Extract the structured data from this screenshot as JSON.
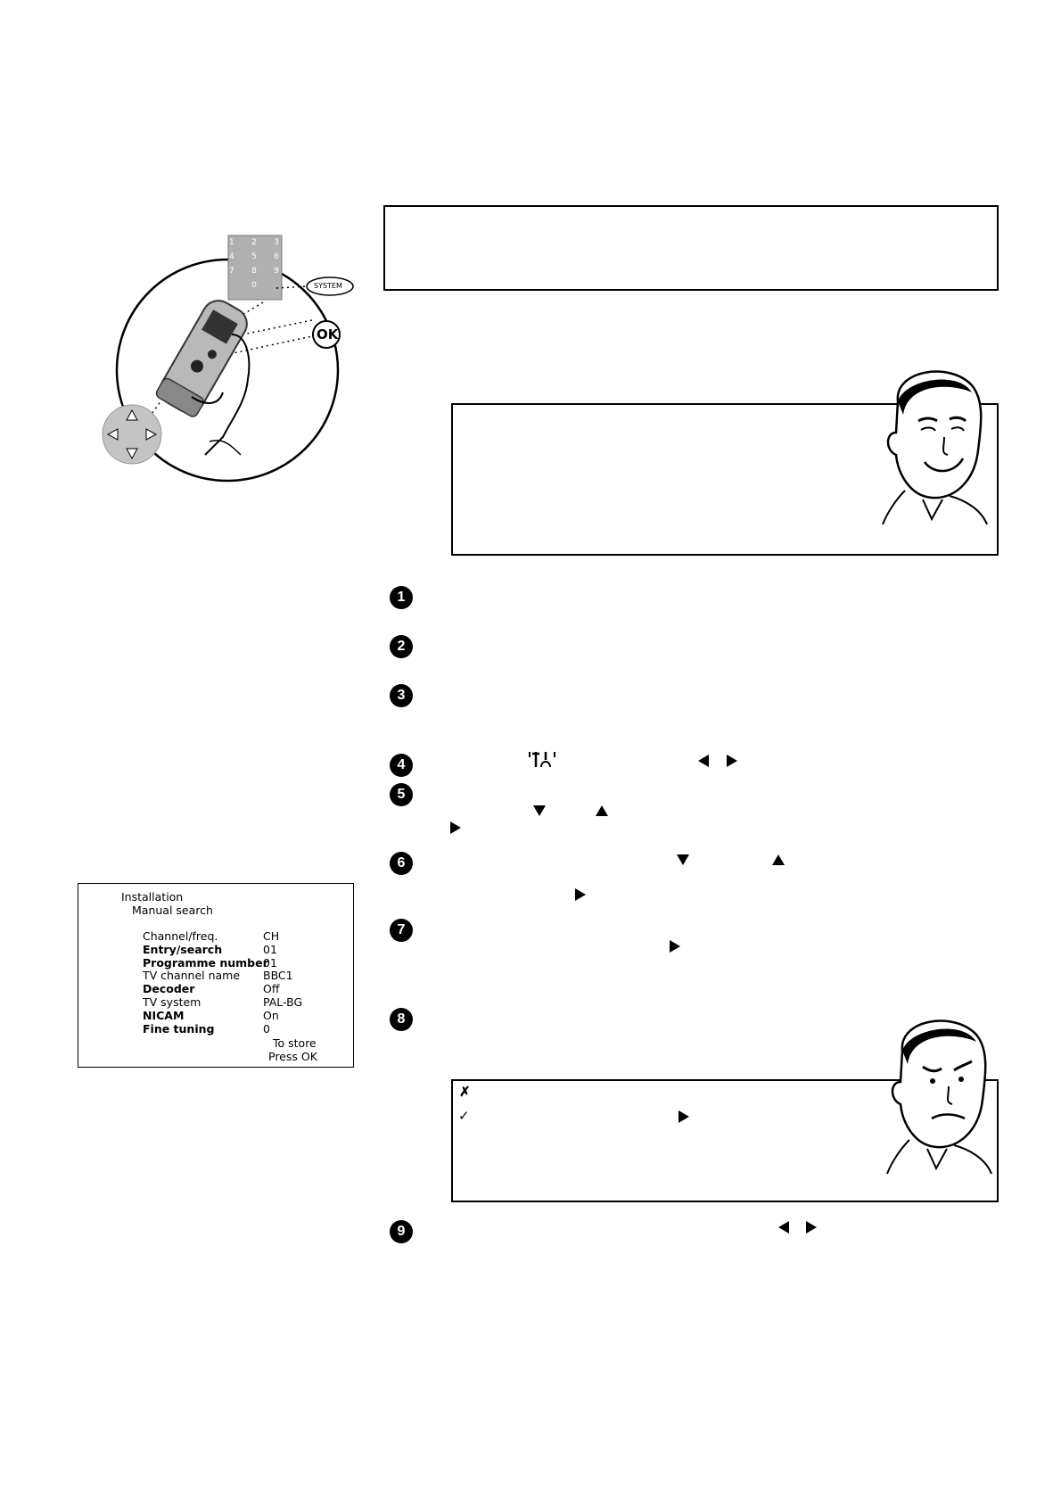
{
  "illustration": {
    "keypad_keys": [
      "1",
      "2",
      "3",
      "4",
      "5",
      "6",
      "7",
      "8",
      "9",
      "0"
    ],
    "system_label": "SYSTEM",
    "ok_label": "OK"
  },
  "steps": [
    "1",
    "2",
    "3",
    "4",
    "5",
    "6",
    "7",
    "8",
    "9"
  ],
  "tv_screen": {
    "title": "Installation",
    "subtitle": "Manual search",
    "rows": [
      {
        "label": "Channel/freq.",
        "value": "CH",
        "bold": false
      },
      {
        "label": "Entry/search",
        "value": "01",
        "bold": true
      },
      {
        "label": "Programme number",
        "value": "01",
        "bold": true
      },
      {
        "label": "TV channel name",
        "value": "BBC1",
        "bold": false
      },
      {
        "label": "Decoder",
        "value": "Off",
        "bold": true
      },
      {
        "label": "TV system",
        "value": "PAL-BG",
        "bold": false
      },
      {
        "label": "NICAM",
        "value": "On",
        "bold": true
      },
      {
        "label": "Fine tuning",
        "value": "0",
        "bold": true
      }
    ],
    "footer_line1": "To store",
    "footer_line2": "Press OK"
  },
  "hint_marks": {
    "cross": "✗",
    "check": "✓"
  }
}
